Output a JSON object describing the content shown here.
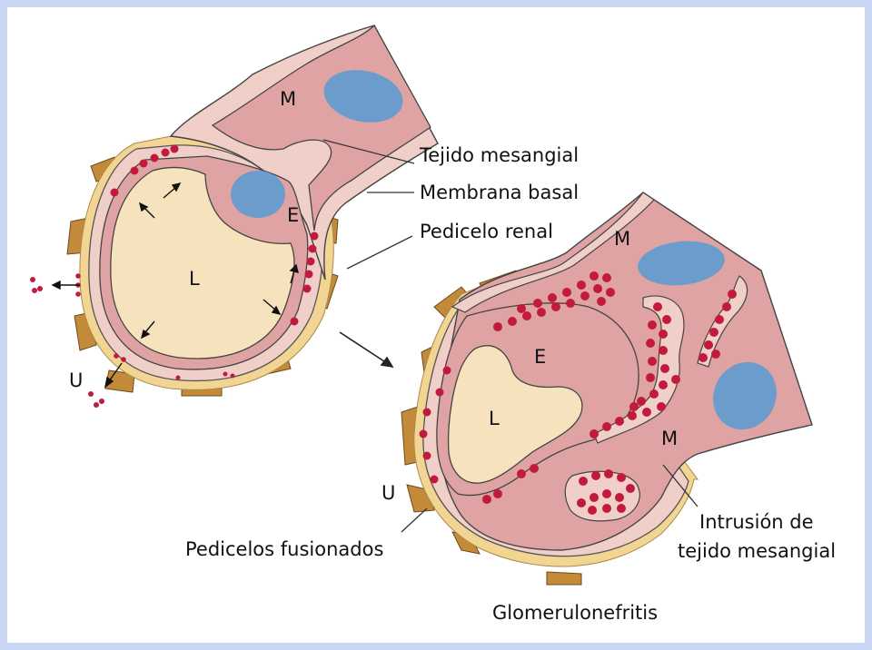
{
  "labels": {
    "tejido_mesangial": "Tejido mesangial",
    "membrana_basal": "Membrana basal",
    "pedicelo_renal": "Pedicelo renal",
    "pedicelos_fusionados": "Pedicelos fusionados",
    "intrusion_line1": "Intrusión de",
    "intrusion_line2": "tejido mesangial",
    "caption": "Glomerulonefritis"
  },
  "letters": {
    "M": "M",
    "E": "E",
    "L": "L",
    "U": "U"
  },
  "colors": {
    "lumen": "#f6e3bd",
    "cell": "#e0a3a3",
    "membrane": "#f0cfc9",
    "podocyte": "#c38a3a",
    "urinary_space": "#f2d592",
    "nucleus": "#6b9ccc",
    "blood_cell": "#c21a3a"
  }
}
